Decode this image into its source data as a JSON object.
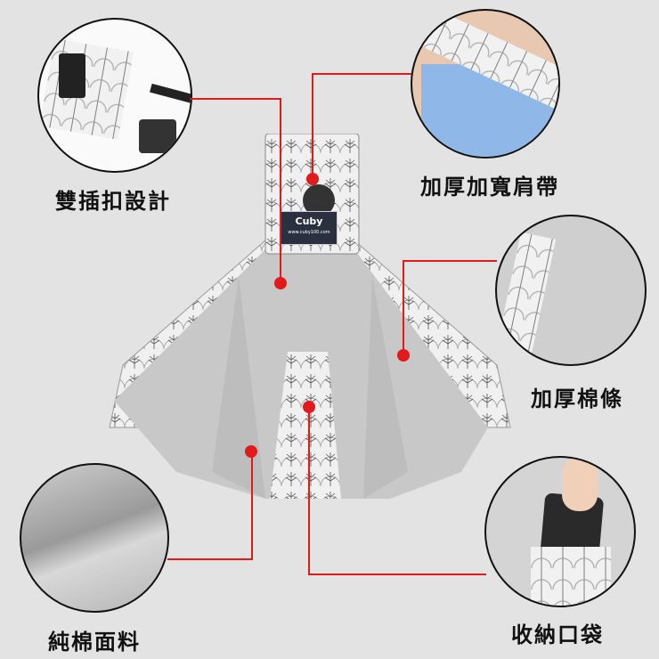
{
  "product": {
    "brand_label": "Cuby",
    "brand_url": "www.cuby100.com"
  },
  "features": [
    {
      "label": "雙插扣設計",
      "detail": "buckle-closeup"
    },
    {
      "label": "加厚加寬肩帶",
      "detail": "shoulder-strap-closeup"
    },
    {
      "label": "加厚棉條",
      "detail": "padded-edge-closeup"
    },
    {
      "label": "純棉面料",
      "detail": "fabric-closeup"
    },
    {
      "label": "收納口袋",
      "detail": "pocket-closeup"
    }
  ],
  "colors": {
    "background": "#e3e3e3",
    "accent_line": "#e11b1b",
    "fabric_gray": "#c9c9c9",
    "label_navy": "#2a3040"
  }
}
